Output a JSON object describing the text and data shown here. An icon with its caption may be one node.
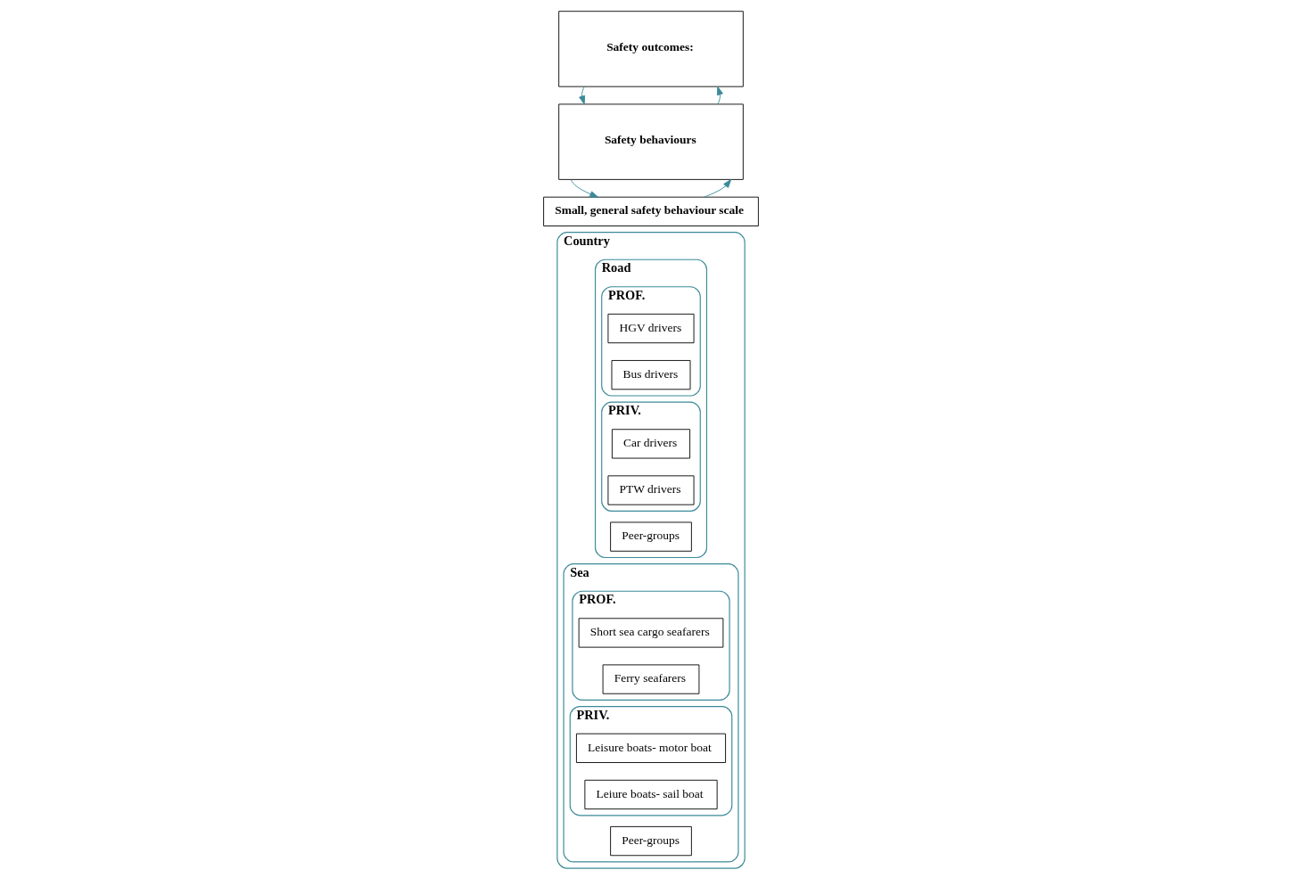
{
  "diagram": {
    "nodes": [
      {
        "text": [
          "Country"
        ]
      },
      {
        "text": [
          "Road"
        ],
        "in": 0
      },
      {
        "text": [
          "PROF."
        ],
        "in": 1
      },
      {
        "text": [
          "HGV drivers"
        ],
        "in": 2
      },
      {
        "text": [
          "Bus drivers"
        ],
        "in": 2
      },
      {
        "text": [
          "PRIV."
        ],
        "in": 1
      },
      {
        "text": [
          "Car drivers"
        ],
        "in": 5
      },
      {
        "text": [
          "PTW drivers"
        ],
        "in": 5
      },
      {
        "text": [
          "Peer-groups"
        ],
        "in": 1
      },
      {
        "text": [
          "Small, general safety behaviour scale"
        ]
      },
      {
        "text": [
          "Safety behaviours"
        ]
      },
      {
        "text": [
          "Sea"
        ],
        "in": 0
      },
      {
        "text": [
          "PROF."
        ],
        "in": 11
      },
      {
        "text": [
          "Short sea cargo seafarers"
        ],
        "in": 12
      },
      {
        "text": [
          "Ferry seafarers"
        ],
        "in": 12
      },
      {
        "text": [
          "PRIV."
        ],
        "in": 11
      },
      {
        "text": [
          "Leisure boats- motor boat"
        ],
        "in": 15
      },
      {
        "text": [
          "Leiure boats- sail boat"
        ],
        "in": 15
      },
      {
        "text": [
          "Peer-groups"
        ],
        "in": 11
      },
      {
        "text": [
          "Safety outcomes:"
        ]
      }
    ],
    "edges": [
      {
        "from": 9,
        "to": 10,
        "arrow": "to",
        "color": "#3a8a99"
      },
      {
        "from": 10,
        "to": 9,
        "arrow": "to",
        "color": "#3a8a99"
      },
      {
        "from": 10,
        "to": 19,
        "arrow": "to",
        "color": "#3a8a99"
      },
      {
        "from": 19,
        "to": 10,
        "arrow": "to",
        "color": "#3a8a99"
      }
    ]
  }
}
